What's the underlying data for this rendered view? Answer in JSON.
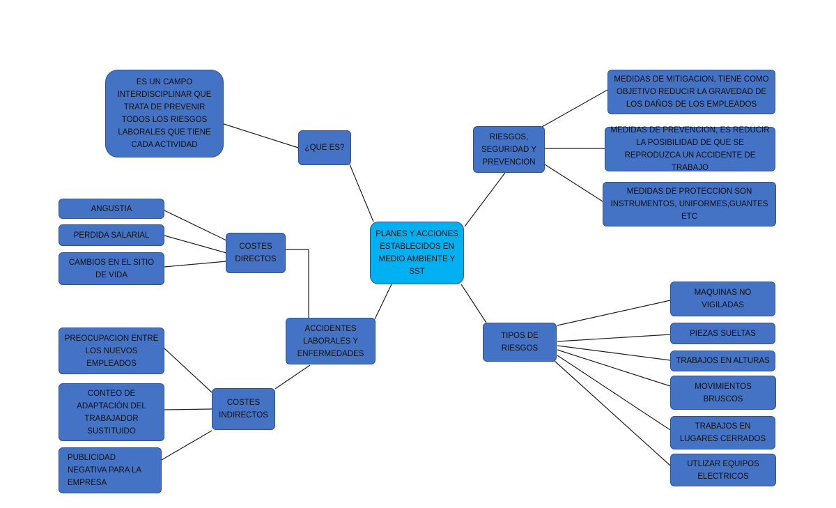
{
  "colors": {
    "node_fill": "#4472c4",
    "center_fill": "#00b0f0",
    "border": "#2f528f",
    "line": "#1f1f1f"
  },
  "nodes": {
    "center": "PLANES Y ACCIONES ESTABLECIDOS EN MEDIO AMBIENTE Y SST",
    "que_es": "¿QUE ES?",
    "definicion": "ES UN CAMPO INTERDISCIPLINAR QUE TRATA DE PREVENIR TODOS LOS RIESGOS LABORALES QUE TIENE CADA ACTIVIDAD",
    "riesgos": "RIESGOS, SEGURIDAD Y PREVENCION",
    "mitigacion": "MEDIDAS DE MITIGACION, TIENE COMO OBJETIVO REDUCIR LA GRAVEDAD DE LOS DAÑOS DE LOS EMPLEADOS",
    "prevencion": "MEDIDAS DE PREVENCION, ES REDUCIR LA POSIBILIDAD DE QUE SE REPRODUZCA UN ACCIDENTE DE TRABAJO",
    "proteccion": "MEDIDAS DE PROTECCION SON INSTRUMENTOS, UNIFORMES,GUANTES ETC",
    "tipos": "TIPOS DE RIESGOS",
    "maquinas": "MAQUINAS NO VIGILADAS",
    "piezas": "PIEZAS SUELTAS",
    "alturas": "TRABAJOS EN ALTURAS",
    "movimientos": "MOVIMIENTOS BRUSCOS",
    "cerrados": "TRABAJOS EN LUGARES CERRADOS",
    "electricos": "UTLIZAR EQUIPOS ELECTRICOS",
    "accidentes": "ACCIDENTES LABORALES Y ENFERMEDADES",
    "directos": "COSTES DIRECTOS",
    "angustia": "ANGUSTIA",
    "salarial": "PERDIDA SALARIAL",
    "cambios": "CAMBIOS EN EL SITIO DE VIDA",
    "indirectos": "COSTES INDIRECTOS",
    "preocupacion": "PREOCUPACION ENTRE LOS NUEVOS EMPLEADOS",
    "conteo": "CONTEO DE ADAPTACIÓN DEL TRABAJADOR SUSTITUIDO",
    "publicidad": "PUBLICIDAD NEGATIVA PARA LA EMPRESA"
  }
}
